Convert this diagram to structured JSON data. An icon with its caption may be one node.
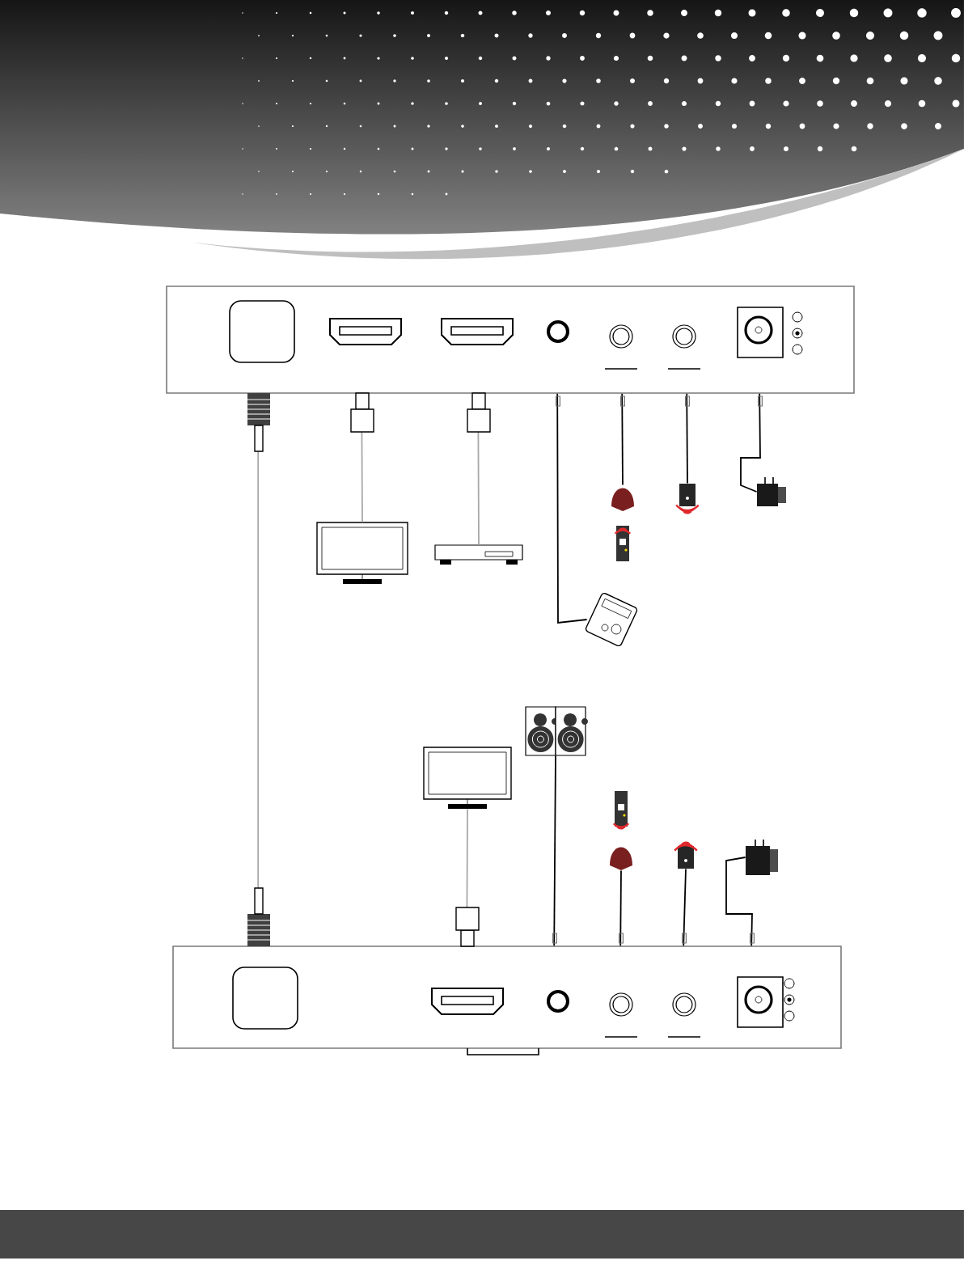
{
  "diagram": {
    "nodes": [
      {
        "text": [],
        "shape": "box"
      },
      {
        "text": [],
        "shape": "monitor"
      },
      {
        "text": [],
        "shape": "player"
      },
      {
        "text": [],
        "shape": "sensor"
      },
      {
        "text": [],
        "shape": "emitter"
      },
      {
        "text": [],
        "shape": "adapter"
      },
      {
        "text": [],
        "shape": "camera"
      },
      {
        "text": [],
        "shape": "speakers"
      },
      {
        "text": [],
        "shape": "monitor"
      },
      {
        "text": [],
        "shape": "sensor"
      },
      {
        "text": [],
        "shape": "emitter"
      },
      {
        "text": [],
        "shape": "adapter"
      },
      {
        "text": [],
        "shape": "box"
      }
    ],
    "edges": [
      {
        "from": 0,
        "to": 12,
        "arrow": "none",
        "color": "#a8a8a8"
      },
      {
        "from": 0,
        "to": 1,
        "arrow": "none",
        "color": "#a8a8a8"
      },
      {
        "from": 0,
        "to": 2,
        "arrow": "none",
        "color": "#a8a8a8"
      },
      {
        "from": 0,
        "to": 6,
        "arrow": "none"
      },
      {
        "from": 0,
        "to": 3,
        "arrow": "none"
      },
      {
        "from": 0,
        "to": 4,
        "arrow": "none"
      },
      {
        "from": 0,
        "to": 5,
        "arrow": "none"
      },
      {
        "from": 12,
        "to": 8,
        "arrow": "none",
        "color": "#a8a8a8"
      },
      {
        "from": 12,
        "to": 7,
        "arrow": "none"
      },
      {
        "from": 12,
        "to": 9,
        "arrow": "none"
      },
      {
        "from": 12,
        "to": 10,
        "arrow": "none"
      },
      {
        "from": 12,
        "to": 11,
        "arrow": "none"
      }
    ]
  }
}
